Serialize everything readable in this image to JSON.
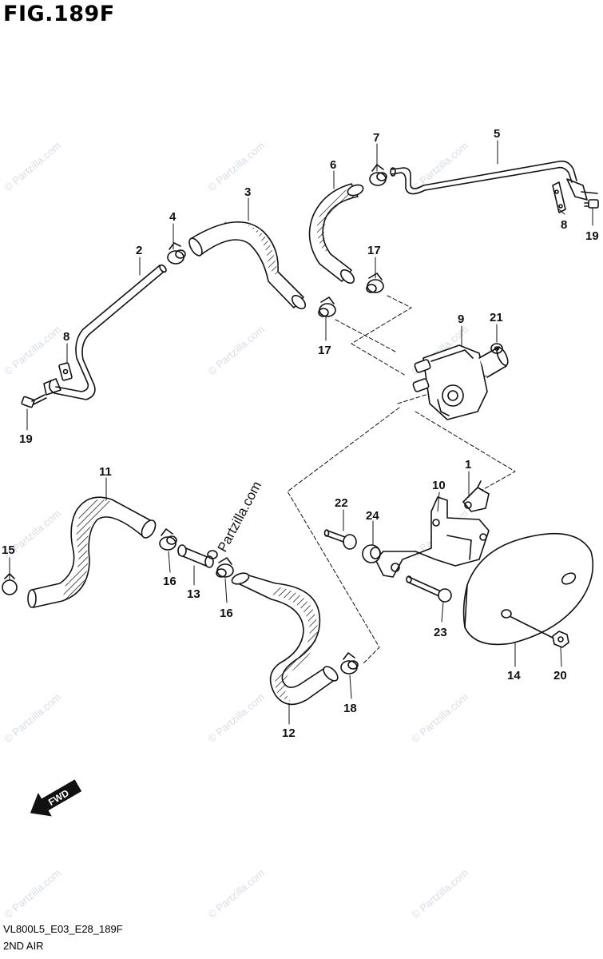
{
  "figure": {
    "title": "FIG.189F",
    "model_code": "VL800L5_E03_E28_189F",
    "section_name": "2ND AIR"
  },
  "watermark": {
    "text": "© Partzilla.com",
    "large_text": "Partzilla.com"
  },
  "direction_arrow": {
    "label": "FWD"
  },
  "callouts": [
    "1",
    "2",
    "3",
    "4",
    "5",
    "6",
    "7",
    "8",
    "8",
    "9",
    "10",
    "11",
    "12",
    "13",
    "14",
    "15",
    "16",
    "16",
    "17",
    "17",
    "18",
    "19",
    "19",
    "20",
    "21",
    "22",
    "23",
    "24"
  ],
  "colors": {
    "ink": "#111111",
    "watermark": "#d9dde6",
    "background": "#ffffff"
  }
}
